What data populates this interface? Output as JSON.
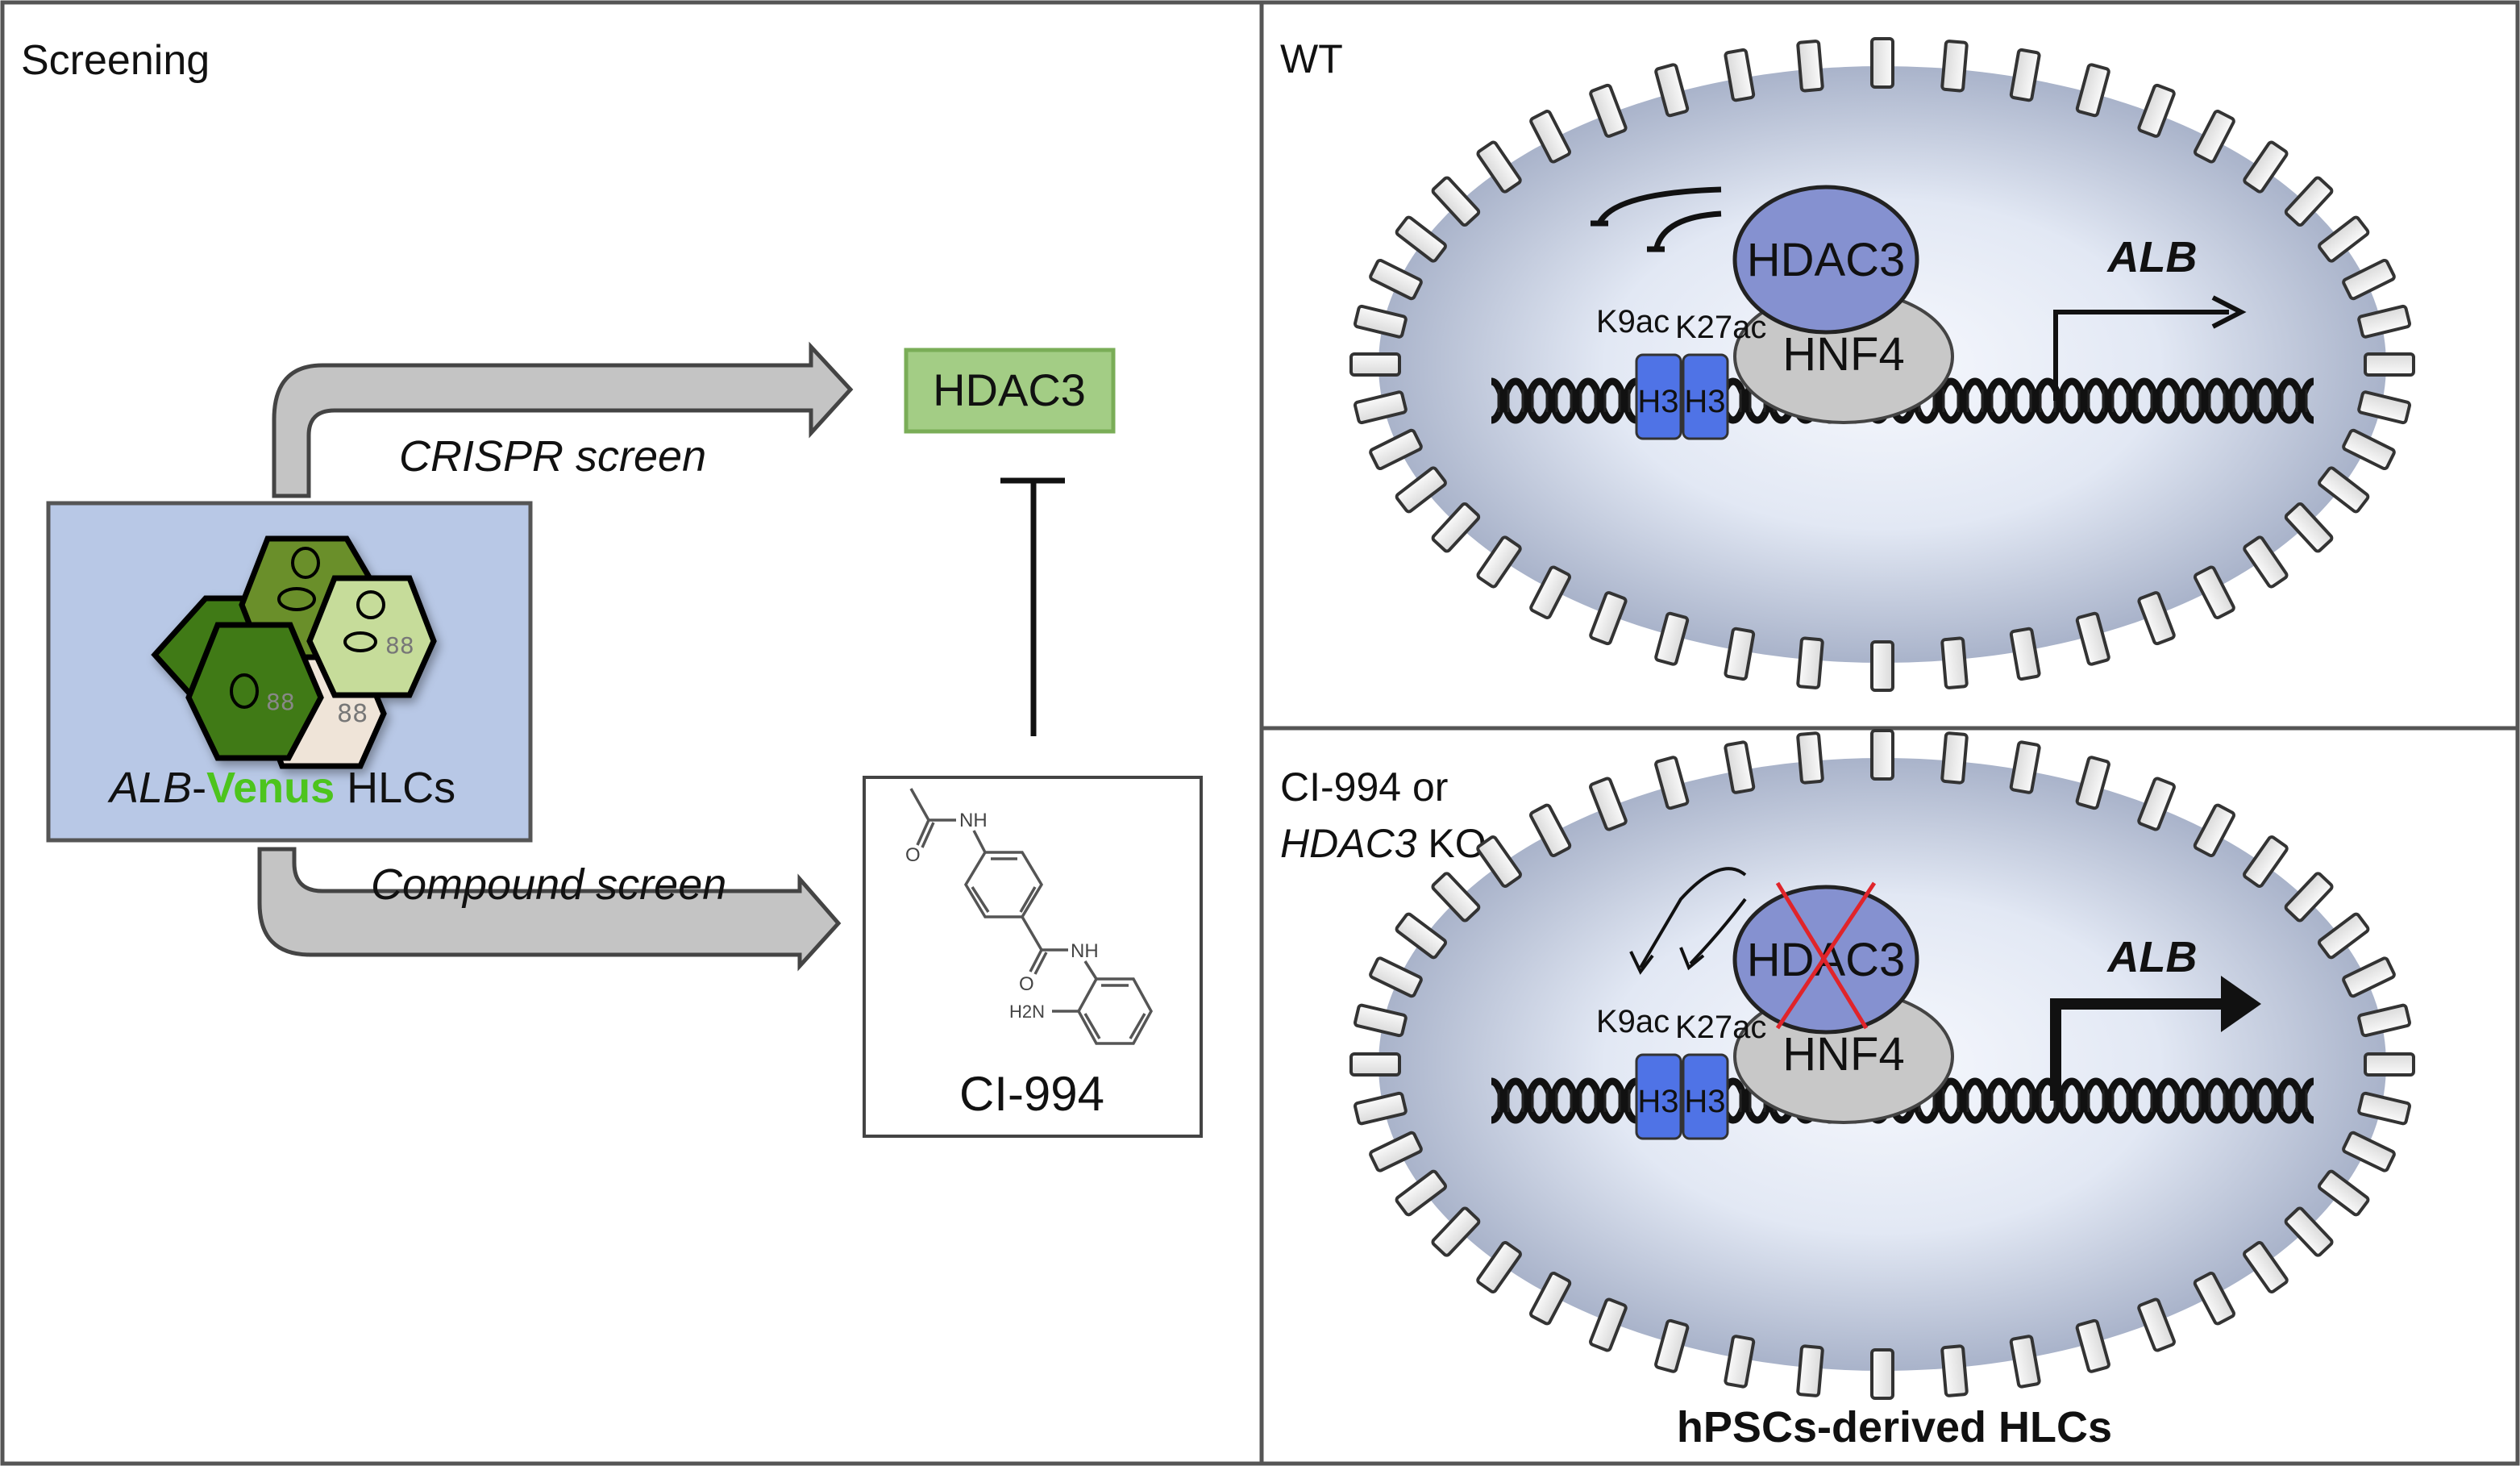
{
  "panels": {
    "screening": {
      "title": "Screening",
      "cell_box": {
        "label_part1": "ALB",
        "label_part2": "-",
        "label_part3": "Venus",
        "label_part4": " HLCs",
        "venus_color": "#4dc41d",
        "box_color": "#b8c8e6"
      },
      "crispr_label": "CRISPR screen",
      "compound_label": "Compound screen",
      "target_box": {
        "label": "HDAC3",
        "fill": "#9fcb7f",
        "stroke": "#7cae58"
      },
      "compound_box": {
        "name": "CI-994",
        "atoms": {
          "nh_top": "NH",
          "o_top": "O",
          "nh_mid": "NH",
          "o_mid": "O",
          "nh2": "H2N"
        }
      }
    },
    "wt": {
      "title": "WT",
      "hdac3": "HDAC3",
      "hnf4": "HNF4",
      "k9": "K9ac",
      "k27": "K27ac",
      "h3a": "H3",
      "h3b": "H3",
      "gene": "ALB"
    },
    "ko": {
      "title_line1": "CI-994 or",
      "title_line2_italic": "HDAC3",
      "title_line2_rest": " KO",
      "hdac3": "HDAC3",
      "hnf4": "HNF4",
      "k9": "K9ac",
      "k27": "K27ac",
      "h3a": "H3",
      "h3b": "H3",
      "gene": "ALB",
      "footer": "hPSCs-derived HLCs"
    }
  },
  "colors": {
    "hdac3_fill": "#8591d0",
    "hnf4_fill": "#c8c8c8",
    "h3_fill": "#4f73e6",
    "nucleus_center": "#f4f7fd",
    "nucleus_edge": "#a7b1c8",
    "arrow_fill": "#c4c4c4",
    "cross": "#e0242a"
  }
}
